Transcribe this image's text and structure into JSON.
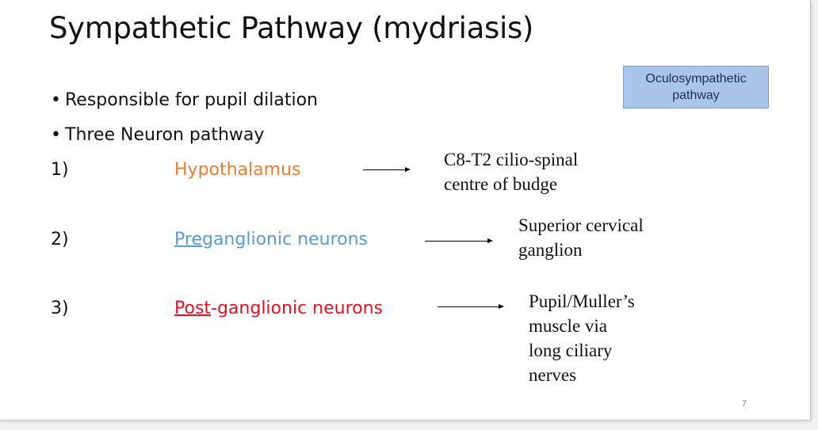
{
  "slide": {
    "title": "Sympathetic Pathway (mydriasis)",
    "callout_line1": "Oculosympathetic",
    "callout_line2": "pathway",
    "bullets": [
      "Responsible for pupil dilation",
      "Three Neuron pathway"
    ],
    "steps": [
      {
        "number": "1)",
        "label": "Hypothalamus",
        "color": "#ed7d31",
        "target": [
          "C8-T2 cilio-spinal",
          "centre of budge"
        ]
      },
      {
        "number": "2)",
        "label_underlined": "Preg",
        "label_rest": "anglionic neurons",
        "color": "#5b9bd5",
        "target": [
          "Superior cervical",
          "ganglion"
        ]
      },
      {
        "number": "3)",
        "label_underlined": "Post",
        "label_rest": "-ganglionic neurons",
        "color": "#e81123",
        "target": [
          "Pupil/Muller’s",
          "muscle via",
          "long ciliary",
          "nerves"
        ]
      }
    ],
    "page_number": "7"
  }
}
